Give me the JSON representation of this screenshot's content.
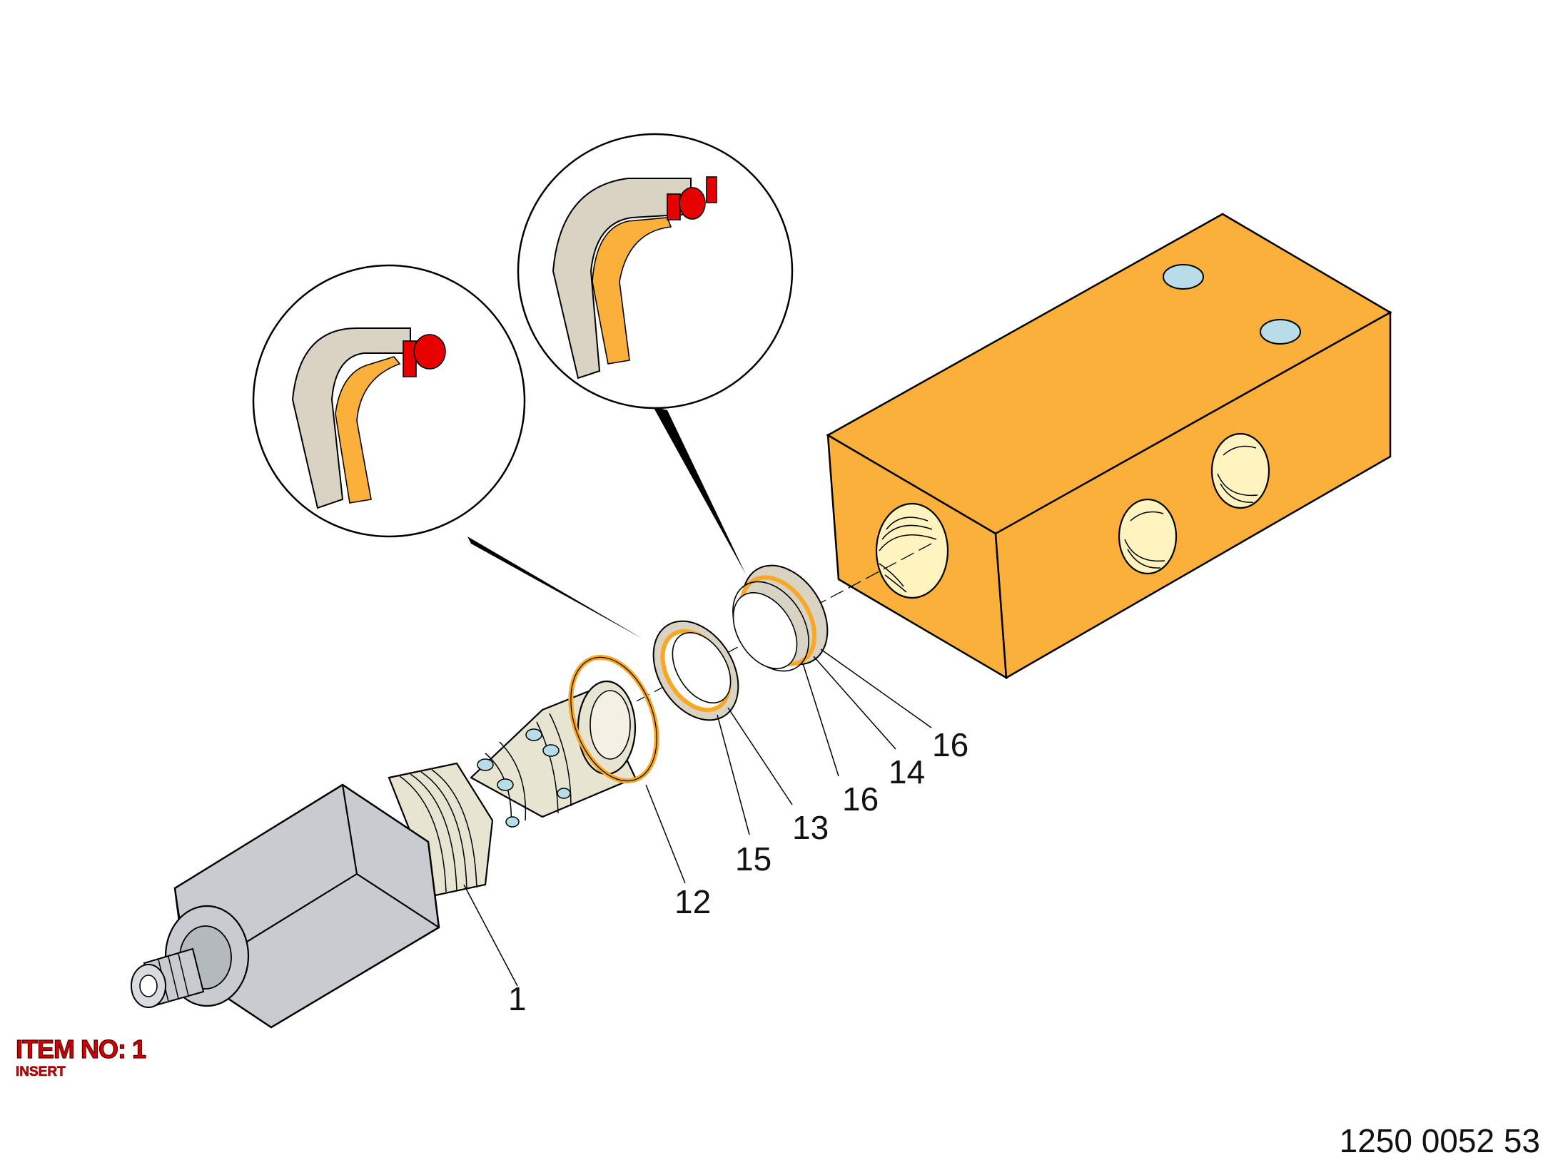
{
  "callouts": [
    {
      "id": "c1",
      "label": "1"
    },
    {
      "id": "c12",
      "label": "12"
    },
    {
      "id": "c15",
      "label": "15"
    },
    {
      "id": "c13",
      "label": "13"
    },
    {
      "id": "c16a",
      "label": "16"
    },
    {
      "id": "c14",
      "label": "14"
    },
    {
      "id": "c16b",
      "label": "16"
    }
  ],
  "item": {
    "title": "ITEM NO: 1",
    "subtitle": "INSERT"
  },
  "drawing_number": "1250 0052 53",
  "colors": {
    "block": "#fbb03b",
    "oring": "#f9a825",
    "backup_ring": "#d9d3c4",
    "section_red": "#e60000",
    "cartridge_body": "#c8ccd0",
    "cartridge_sleeve": "#e8e4d2",
    "port_hole": "#b8dde8",
    "label_red": "#d20000"
  }
}
